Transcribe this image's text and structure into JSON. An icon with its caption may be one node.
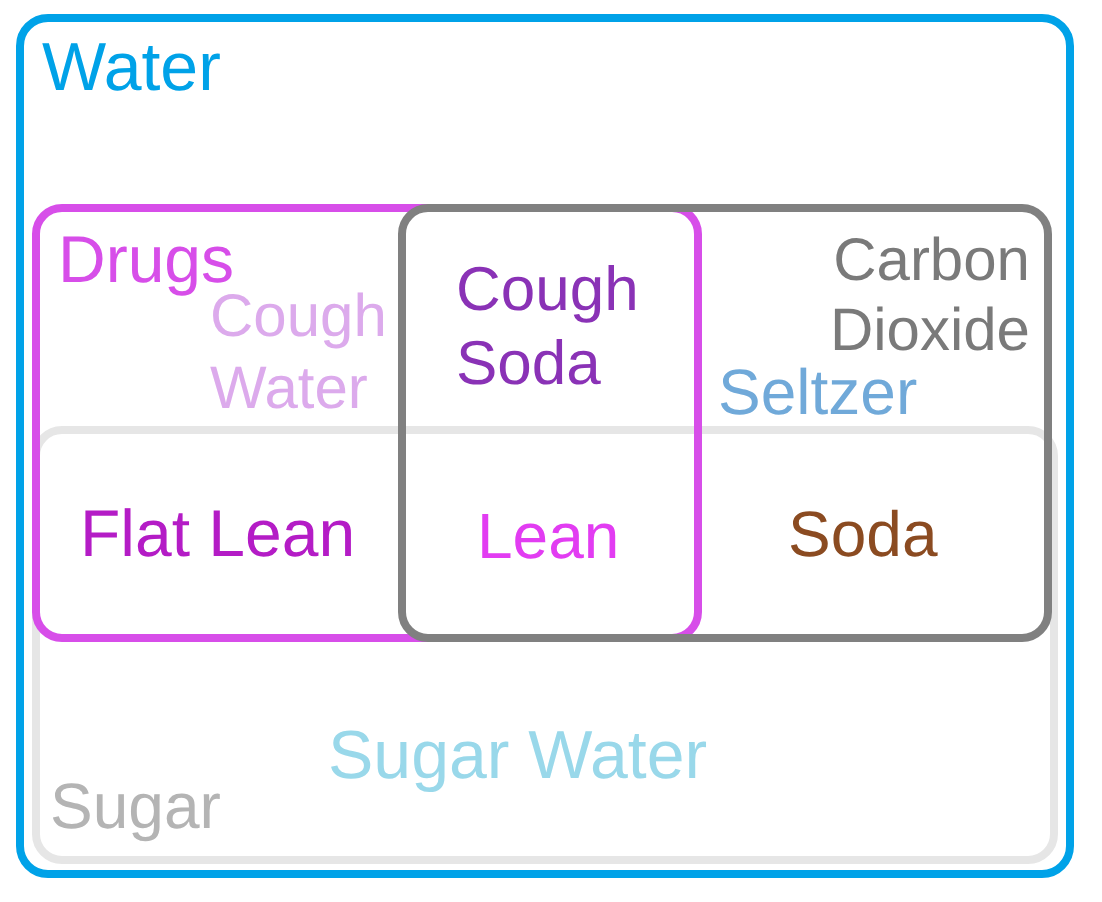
{
  "diagram": {
    "nodes": [
      {
        "text": [
          "Water"
        ]
      },
      {
        "text": [
          "Drugs"
        ],
        "in": 0
      },
      {
        "text": [
          "Carbon Dioxide"
        ],
        "in": 0
      },
      {
        "text": [
          "Sugar"
        ],
        "in": 0
      }
    ],
    "labels": [
      "Cough Water",
      "Cough Soda",
      "Seltzer",
      "Flat Lean",
      "Lean",
      "Soda",
      "Sugar Water"
    ]
  }
}
